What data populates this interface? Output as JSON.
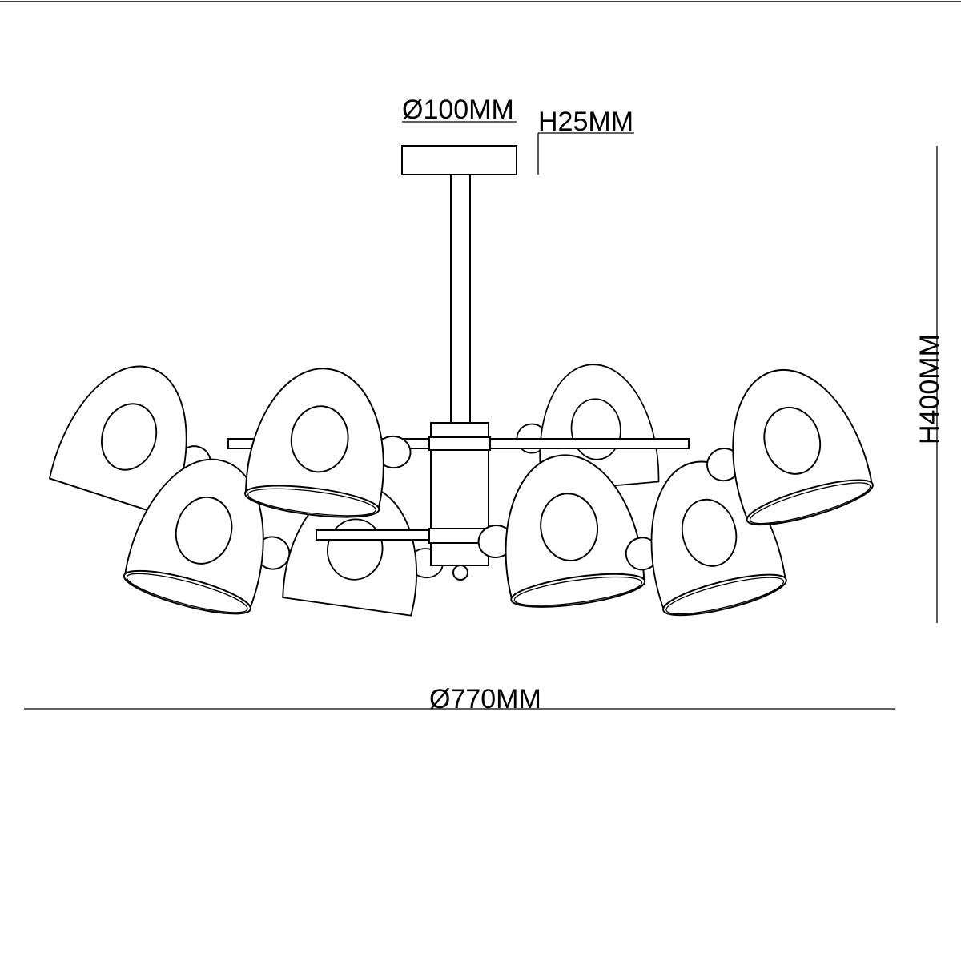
{
  "dimensions": {
    "canopy_diameter": "Ø100MM",
    "canopy_height": "H25MM",
    "total_height": "H400MM",
    "total_diameter": "Ø770MM"
  },
  "shade_count": 8
}
